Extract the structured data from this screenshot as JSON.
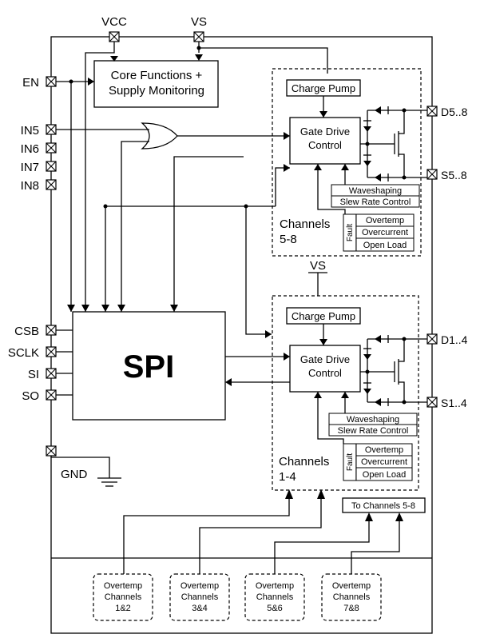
{
  "pins": {
    "vcc": "VCC",
    "vs_top": "VS",
    "en": "EN",
    "in5": "IN5",
    "in6": "IN6",
    "in7": "IN7",
    "in8": "IN8",
    "csb": "CSB",
    "sclk": "SCLK",
    "si": "SI",
    "so": "SO",
    "gnd": "GND",
    "d5_8": "D5..8",
    "s5_8": "S5..8",
    "d1_4": "D1..4",
    "s1_4": "S1..4"
  },
  "core": {
    "line1": "Core Functions +",
    "line2": "Supply Monitoring"
  },
  "spi": "SPI",
  "vs_mid": "VS",
  "bank_5_8": {
    "charge_pump": "Charge Pump",
    "gate_line1": "Gate Drive",
    "gate_line2": "Control",
    "waveshaping": "Waveshaping",
    "slew": "Slew Rate Control",
    "fault": "Fault",
    "overtemp": "Overtemp",
    "overcurrent": "Overcurrent",
    "open_load": "Open Load",
    "label_line1": "Channels",
    "label_line2": "5-8"
  },
  "bank_1_4": {
    "charge_pump": "Charge Pump",
    "gate_line1": "Gate Drive",
    "gate_line2": "Control",
    "waveshaping": "Waveshaping",
    "slew": "Slew Rate Control",
    "fault": "Fault",
    "overtemp": "Overtemp",
    "overcurrent": "Overcurrent",
    "open_load": "Open Load",
    "label_line1": "Channels",
    "label_line2": "1-4"
  },
  "to_channels": "To Channels 5-8",
  "overtemp_blocks": [
    {
      "l1": "Overtemp",
      "l2": "Channels",
      "l3": "1&2"
    },
    {
      "l1": "Overtemp",
      "l2": "Channels",
      "l3": "3&4"
    },
    {
      "l1": "Overtemp",
      "l2": "Channels",
      "l3": "5&6"
    },
    {
      "l1": "Overtemp",
      "l2": "Channels",
      "l3": "7&8"
    }
  ]
}
